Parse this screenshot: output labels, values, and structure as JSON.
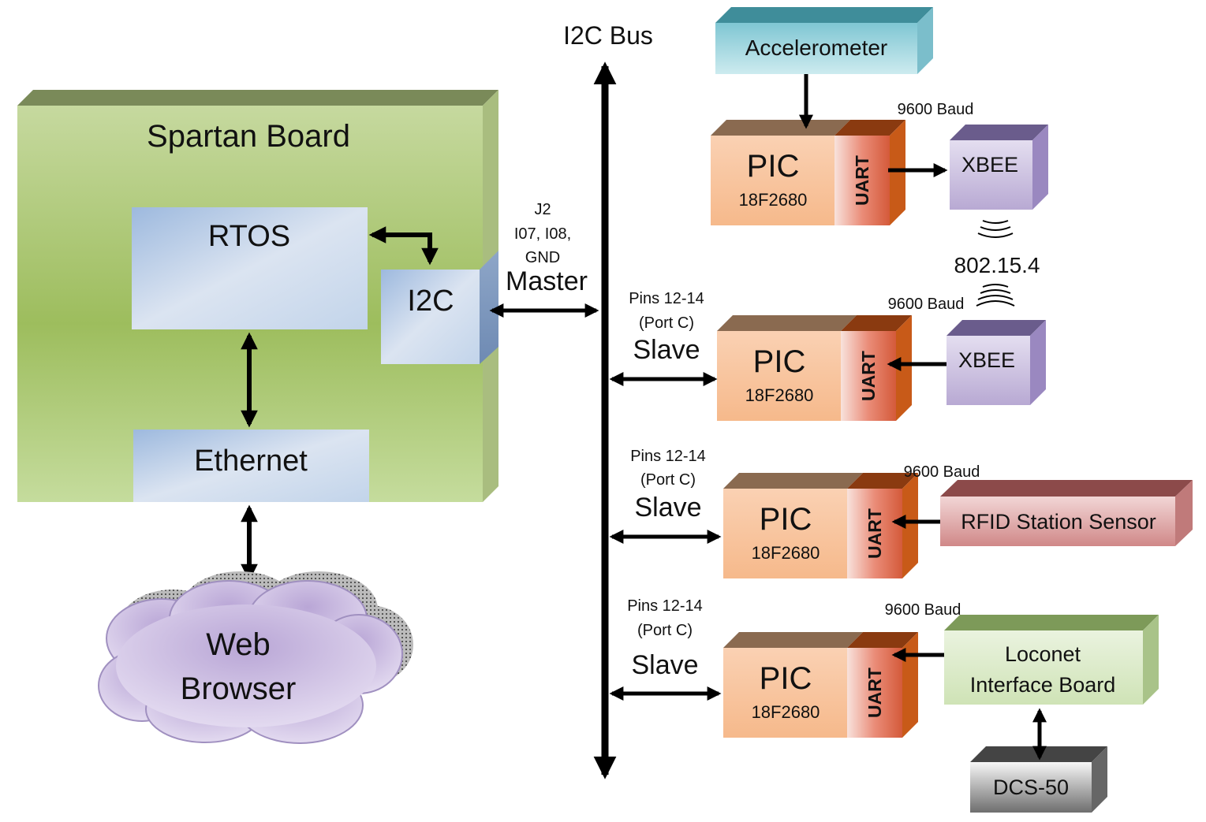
{
  "bus": {
    "title": "I2C Bus",
    "master_connector": [
      "J2",
      "I07, I08,",
      "GND"
    ],
    "master_label": "Master",
    "slave_pins": [
      "Pins 12-14",
      "(Port C)"
    ],
    "slave_label": "Slave"
  },
  "spartan": {
    "title": "Spartan Board",
    "rtos": "RTOS",
    "i2c": "I2C",
    "ethernet": "Ethernet"
  },
  "cloud": {
    "line1": "Web",
    "line2": "Browser"
  },
  "pic": {
    "name": "PIC",
    "model": "18F2680",
    "uart": "UART"
  },
  "baud": "9600 Baud",
  "accelerometer": "Accelerometer",
  "xbee": "XBEE",
  "wireless": "802.15.4",
  "rfid": "RFID Station Sensor",
  "loconet": {
    "line1": "Loconet",
    "line2": "Interface Board"
  },
  "dcs": "DCS-50",
  "colors": {
    "spartan": "#9dbd5d",
    "blue_box": "#b8cde6",
    "pic": "#f9c59f",
    "uart": "#d86a2a",
    "xbee": "#c7bbdd",
    "accelerometer": "#a8d9e0",
    "rfid": "#dc9c9c",
    "loconet": "#d9e9c6",
    "dcs": "#8a8a8a",
    "cloud": "#ddd2ec"
  }
}
